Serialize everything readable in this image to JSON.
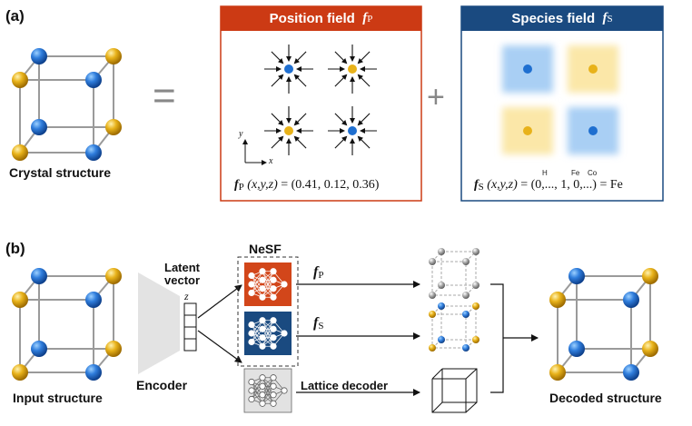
{
  "panel_a": {
    "label": "(a)",
    "crystal_caption": "Crystal structure",
    "equals": "=",
    "plus": "+",
    "position_field": {
      "title": "Position field",
      "symbol": "f",
      "symbol_sub": "P",
      "formula_args": "(x,y,z)",
      "formula_value": "= (0.41, 0.12, 0.36)",
      "axis_y": "y",
      "axis_x": "x",
      "header_color": "#cc3a14"
    },
    "species_field": {
      "title": "Species field",
      "symbol": "f",
      "symbol_sub": "S",
      "formula_args": "(x,y,z)",
      "formula_value": "= (0,..., 1, 0,...) = Fe",
      "element_labels": [
        "H",
        "Fe",
        "Co"
      ],
      "header_color": "#1a4a80"
    }
  },
  "panel_b": {
    "label": "(b)",
    "input_caption": "Input structure",
    "encoder_label": "Encoder",
    "latent_line1": "Latent",
    "latent_line2": "vector",
    "latent_symbol": "z",
    "nesf_label": "NeSF",
    "fp_symbol": "f",
    "fp_sub": "P",
    "fs_symbol": "f",
    "fs_sub": "S",
    "lattice_label": "Lattice decoder",
    "decoded_caption": "Decoded structure"
  },
  "colors": {
    "blue_atom": "#1f6fd0",
    "gold_atom": "#e8b21a",
    "grey_atom": "#9a9a9a",
    "nesf_red": "#d2461a",
    "nesf_blue": "#1a4a80"
  }
}
